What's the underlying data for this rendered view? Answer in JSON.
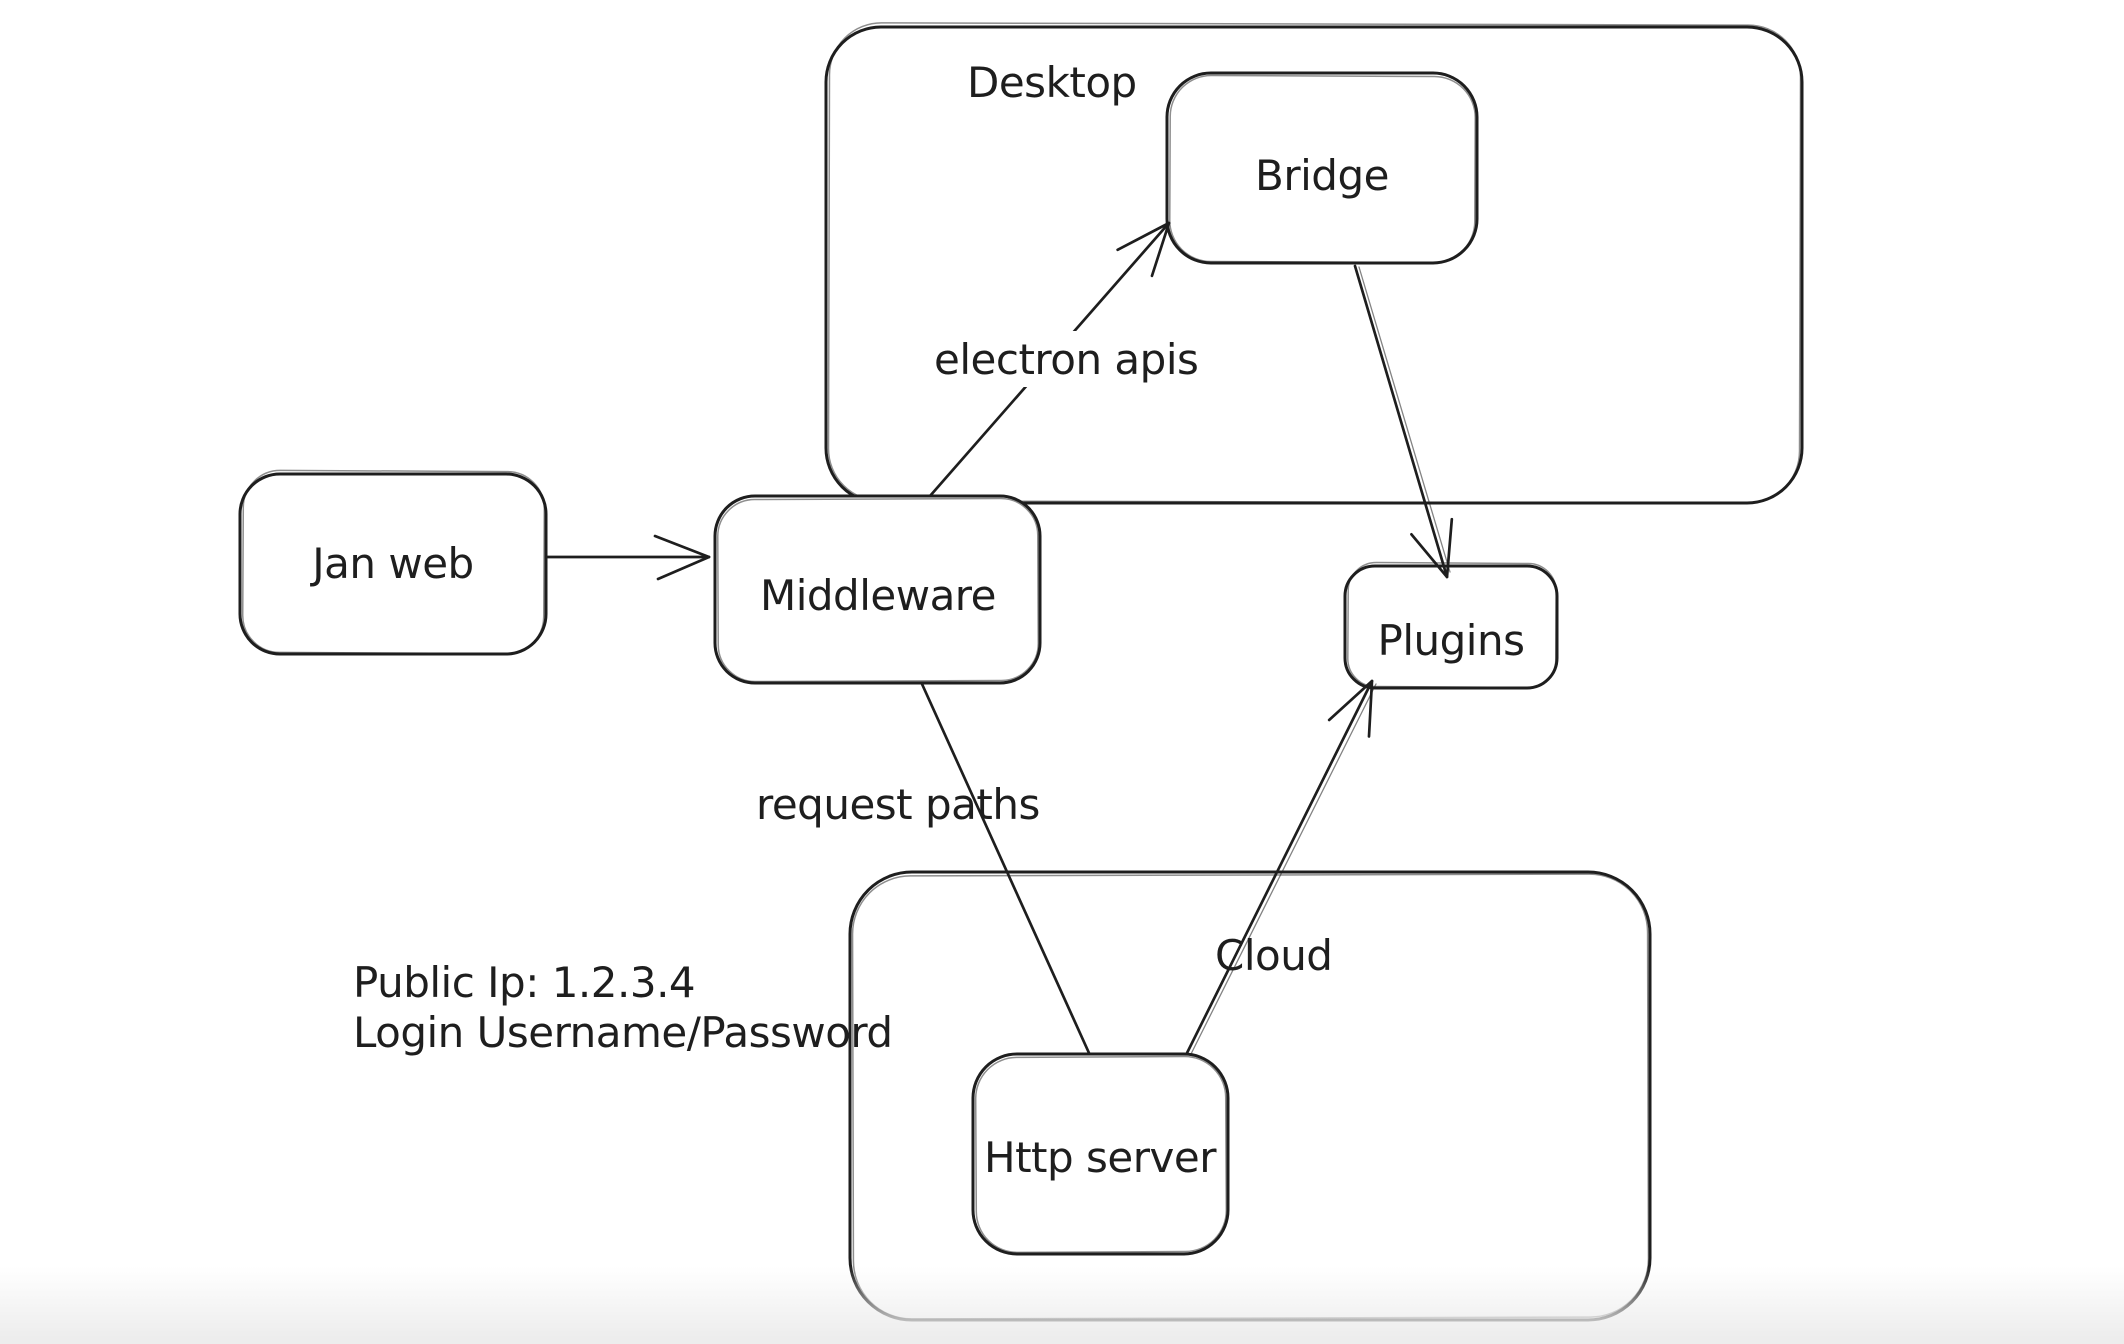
{
  "app": {
    "kind": "hand-drawn architecture diagram on a whiteboard canvas"
  },
  "colors": {
    "stroke": "#1e1e1e",
    "ink": "#1e1e1e",
    "bg": "#ffffff",
    "fade": "#ededed"
  },
  "containers": [
    {
      "id": "desktop",
      "label": "Desktop"
    },
    {
      "id": "cloud",
      "label": "Cloud"
    }
  ],
  "nodes": [
    {
      "id": "jan-web",
      "label": "Jan web"
    },
    {
      "id": "middleware",
      "label": "Middleware"
    },
    {
      "id": "bridge",
      "label": "Bridge"
    },
    {
      "id": "plugins",
      "label": "Plugins"
    },
    {
      "id": "http-server",
      "label": "Http server"
    }
  ],
  "edges": [
    {
      "from": "Jan web",
      "to": "Middleware",
      "label": ""
    },
    {
      "from": "Middleware",
      "to": "Bridge",
      "label": "electron apis"
    },
    {
      "from": "Bridge",
      "to": "Plugins",
      "label": ""
    },
    {
      "from": "Middleware",
      "to": "Http server",
      "label": "request paths"
    },
    {
      "from": "Http server",
      "to": "Plugins",
      "label": ""
    }
  ],
  "annotations": {
    "line1": "Public Ip: 1.2.3.4",
    "line2": "Login Username/Password"
  }
}
